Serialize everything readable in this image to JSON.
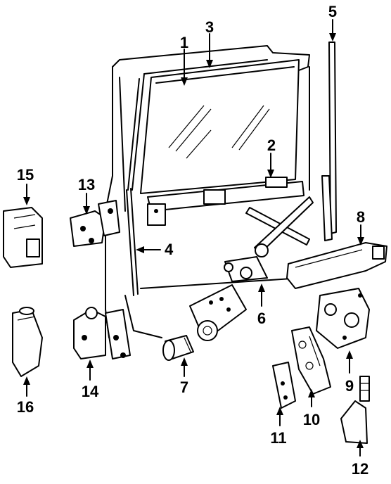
{
  "diagram": {
    "callouts": [
      {
        "id": "1",
        "label": "1"
      },
      {
        "id": "2",
        "label": "2"
      },
      {
        "id": "3",
        "label": "3"
      },
      {
        "id": "4",
        "label": "4"
      },
      {
        "id": "5",
        "label": "5"
      },
      {
        "id": "6",
        "label": "6"
      },
      {
        "id": "7",
        "label": "7"
      },
      {
        "id": "8",
        "label": "8"
      },
      {
        "id": "9",
        "label": "9"
      },
      {
        "id": "10",
        "label": "10"
      },
      {
        "id": "11",
        "label": "11"
      },
      {
        "id": "12",
        "label": "12"
      },
      {
        "id": "13",
        "label": "13"
      },
      {
        "id": "14",
        "label": "14"
      },
      {
        "id": "15",
        "label": "15"
      },
      {
        "id": "16",
        "label": "16"
      }
    ]
  }
}
